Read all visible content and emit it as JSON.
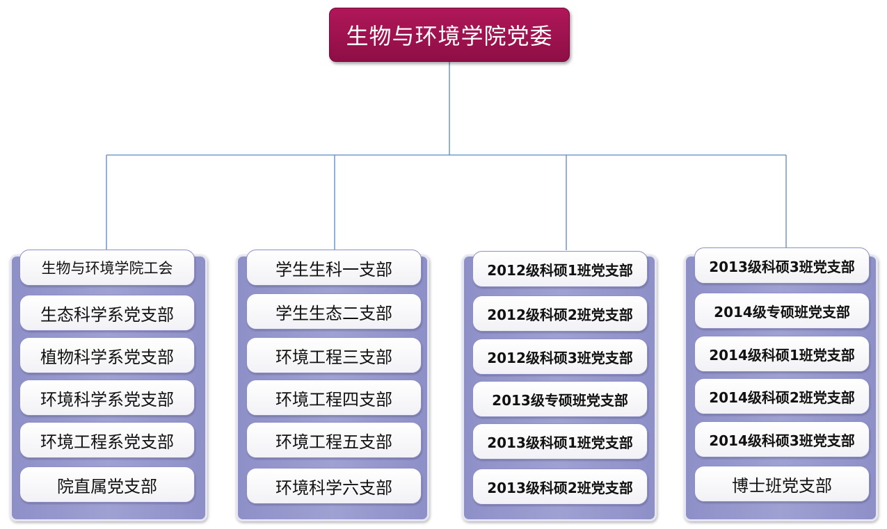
{
  "root": {
    "title": "生物与环境学院党委"
  },
  "colors": {
    "root": "#9b1250",
    "column": "#9a9bcf",
    "item_bg": "#f7f7f9",
    "connector": "#5a86bf"
  },
  "columns": [
    {
      "items": [
        "生物与环境学院工会",
        "生态科学系党支部",
        "植物科学系党支部",
        "环境科学系党支部",
        "环境工程系党支部",
        "院直属党支部"
      ]
    },
    {
      "items": [
        "学生生科一支部",
        "学生生态二支部",
        "环境工程三支部",
        "环境工程四支部",
        "环境工程五支部",
        "环境科学六支部"
      ]
    },
    {
      "items": [
        "2012级科硕1班党支部",
        "2012级科硕2班党支部",
        "2012级科硕3班党支部",
        "2013级专硕班党支部",
        "2013级科硕1班党支部",
        "2013级科硕2班党支部"
      ]
    },
    {
      "items": [
        "2013级科硕3班党支部",
        "2014级专硕班党支部",
        "2014级科硕1班党支部",
        "2014级科硕2班党支部",
        "2014级科硕3班党支部",
        "博士班党支部"
      ]
    }
  ]
}
